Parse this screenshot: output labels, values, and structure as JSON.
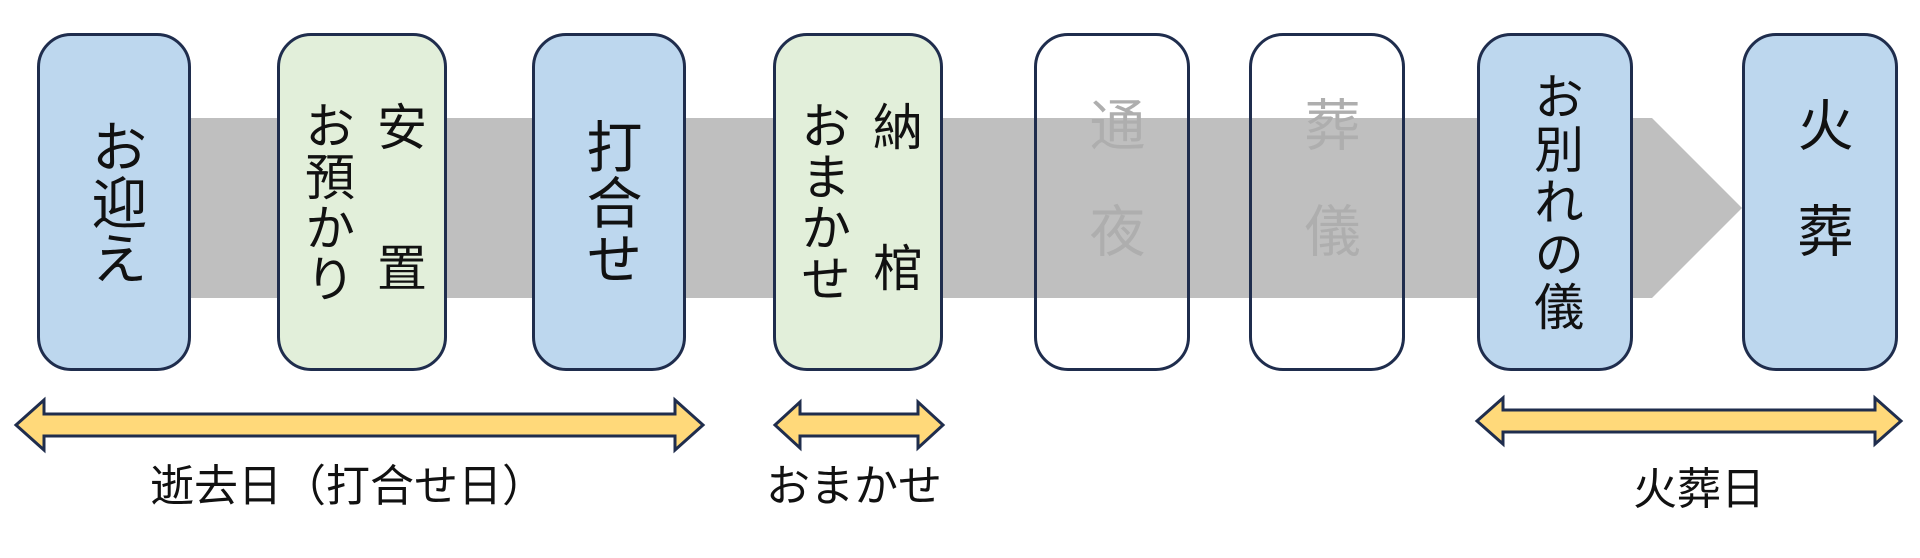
{
  "steps": [
    {
      "id": "omukae",
      "columns": [
        "お迎え"
      ],
      "fill": "blue"
    },
    {
      "id": "anchi",
      "columns": [
        "安 置",
        "お預かり"
      ],
      "fill": "green"
    },
    {
      "id": "uchiawase",
      "columns": [
        "打合せ"
      ],
      "fill": "blue"
    },
    {
      "id": "nokan",
      "columns": [
        "納 棺",
        "おまかせ"
      ],
      "fill": "green"
    },
    {
      "id": "tsuya",
      "columns": [
        "通夜"
      ],
      "fill": "none"
    },
    {
      "id": "sougi",
      "columns": [
        "葬儀"
      ],
      "fill": "none"
    },
    {
      "id": "owakare",
      "columns": [
        "お別れの儀"
      ],
      "fill": "blue"
    },
    {
      "id": "kasou",
      "columns": [
        "火葬"
      ],
      "fill": "blue"
    }
  ],
  "ranges": [
    {
      "id": "deathday",
      "label": "逝去日（打合せ日）"
    },
    {
      "id": "omakase",
      "label": "おまかせ"
    },
    {
      "id": "cremation-day",
      "label": "火葬日"
    }
  ],
  "colors": {
    "blue_box": "#bdd7ee",
    "green_box": "#e2efda",
    "box_border": "#1f2d4d",
    "flow_arrow": "#bfbfbf",
    "range_arrow_fill": "#ffd97a",
    "range_arrow_stroke": "#1f2d4d",
    "muted_text": "#aeaeae"
  }
}
